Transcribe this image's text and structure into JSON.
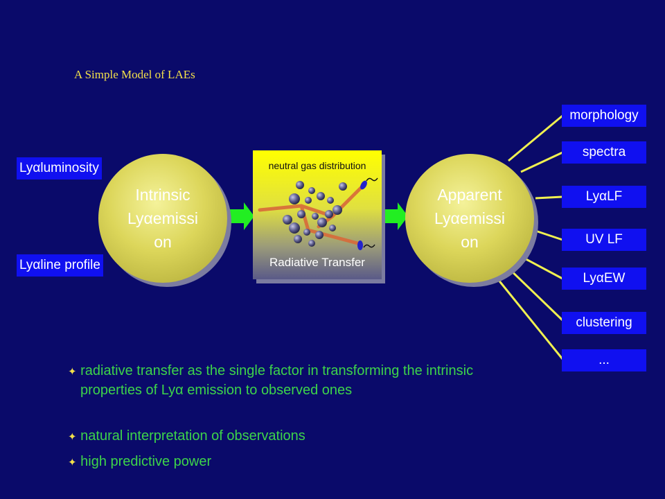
{
  "title": "A Simple Model of LAEs",
  "left_inputs": [
    "Lyαluminosity",
    "Lyαline profile"
  ],
  "circle_intrinsic": "Intrinsic\nLyαemissi\non",
  "box": {
    "top_label": "neutral gas distribution",
    "bottom_label": "Radiative Transfer"
  },
  "circle_apparent": "Apparent\nLyαemissi\non",
  "outputs": [
    "morphology",
    "spectra",
    "LyαLF",
    "UV LF",
    "LyαEW",
    "clustering",
    "..."
  ],
  "bullets": [
    "radiative transfer as the single factor in transforming the intrinsic",
    "properties of Lyα emission to observed ones",
    "natural interpretation of observations",
    "high predictive power"
  ],
  "colors": {
    "background": "#0a0a6a",
    "tag": "#1010f0",
    "title": "#f3e04a",
    "arrow": "#22ee22",
    "connector": "#f0f050",
    "bullet_text": "#3dd44a"
  },
  "icons": [
    "star-bullet-icon",
    "green-arrow-icon"
  ]
}
